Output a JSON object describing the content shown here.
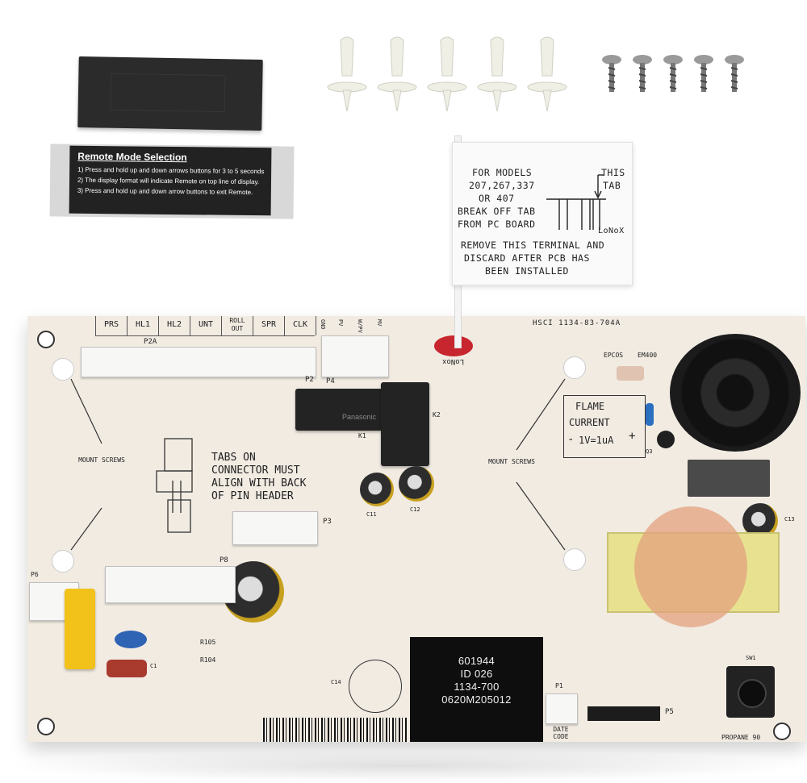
{
  "sticker": {
    "title": "Remote Mode Selection",
    "lines": [
      "1) Press and hold up and down arrows buttons for 3 to 5 seconds",
      "2) The display format will indicate Remote on top line of display.",
      "3) Press and hold up and down arrow buttons to exit Remote."
    ]
  },
  "flag": {
    "line1": "FOR MODELS",
    "line2": "207,267,337",
    "line3": "OR 407",
    "line4": "BREAK OFF TAB",
    "line5": "FROM PC BOARD",
    "this": "THIS",
    "tab": "TAB",
    "brand": "LoNoX",
    "line6": "REMOVE THIS TERMINAL AND",
    "line7": "DISCARD AFTER PCB HAS",
    "line8": "BEEN INSTALLED"
  },
  "pcb": {
    "header_labels": [
      "PRS",
      "HL1",
      "HL2",
      "UNT",
      "ROLL OUT",
      "SPR",
      "CLK"
    ],
    "p4_labels": [
      "GND",
      "PV",
      "W/PV",
      "MV"
    ],
    "p2a": "P2A",
    "p2": "P2",
    "p4": "P4",
    "part_no": "HSCI 1134-83-704A",
    "epcos": "EPCOS",
    "em400": "EM400",
    "flame_line1": "FLAME",
    "flame_line2": "CURRENT",
    "flame_line3": "1V=1uA",
    "plus": "+",
    "minus": "-",
    "mount_left": "MOUNT SCREWS",
    "mount_right": "MOUNT SCREWS",
    "tabs_note": [
      "TABS ON",
      "CONNECTOR MUST",
      "ALIGN WITH BACK",
      "OF PIN HEADER"
    ],
    "p3": "P3",
    "p8": "P8",
    "p6": "P6",
    "p1": "P1",
    "p5": "P5",
    "c11": "C11",
    "c12": "C12",
    "c13": "C13",
    "c14": "C14",
    "c1": "C1",
    "k1": "K1",
    "k2": "K2",
    "q3": "Q3",
    "r105": "R105",
    "r104": "R104",
    "sw1": "SW1",
    "propane": "PROPANE 90",
    "date_code": "DATE CODE",
    "lonox_mark": "LoNox",
    "chip_lines": [
      "601944",
      "ID 026",
      "1134-700",
      "0620M205012"
    ],
    "relay_brand": "Panasonic"
  }
}
